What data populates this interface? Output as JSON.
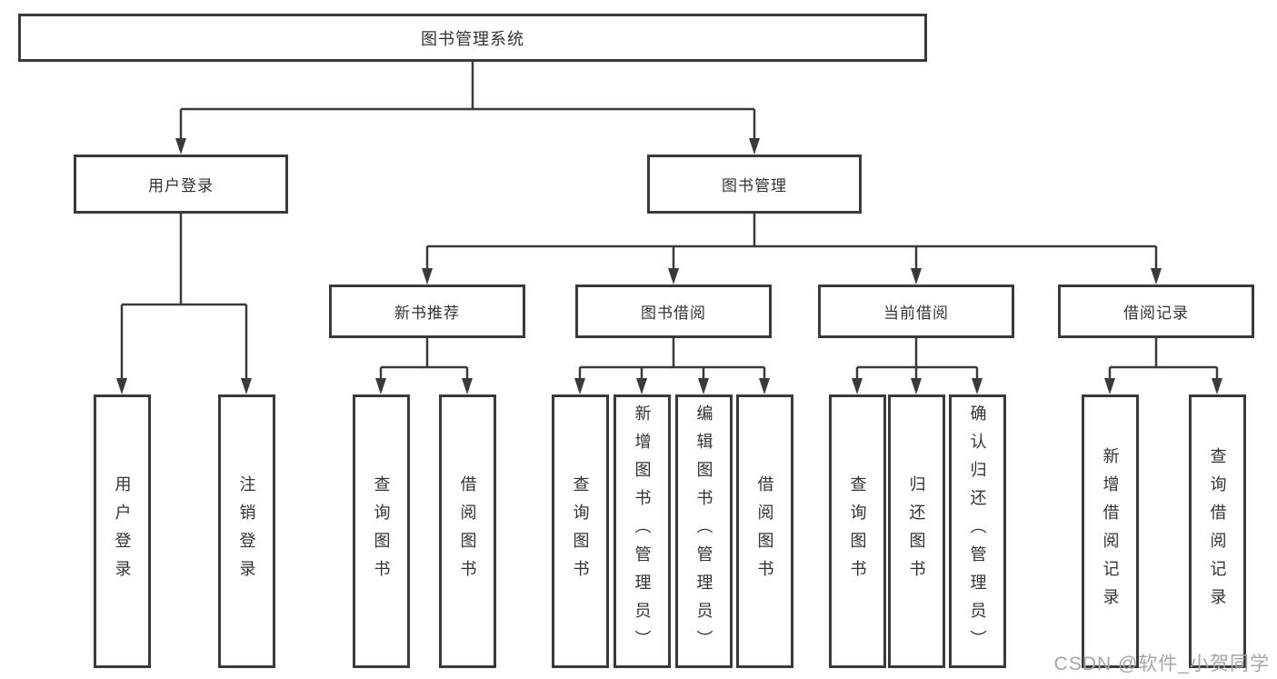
{
  "page": {
    "watermark": "CSDN @软件_小贺同学"
  },
  "colors": {
    "line": "#3a3a3a",
    "box_border": "#3a3a3a",
    "box_fill": "#ffffff",
    "text": "#333333",
    "watermark": "#a6a6a6"
  },
  "nodes": {
    "root": {
      "label": "图书管理系统"
    },
    "level2": [
      {
        "label": "用户登录"
      },
      {
        "label": "图书管理"
      }
    ],
    "level3": [
      {
        "label": "新书推荐"
      },
      {
        "label": "图书借阅"
      },
      {
        "label": "当前借阅"
      },
      {
        "label": "借阅记录"
      }
    ],
    "leaves": [
      {
        "label": "用户登录"
      },
      {
        "label": "注销登录"
      },
      {
        "label": "查询图书"
      },
      {
        "label": "借阅图书"
      },
      {
        "label": "查询图书"
      },
      {
        "label": "新增图书（管理员）"
      },
      {
        "label": "编辑图书（管理员）"
      },
      {
        "label": "借阅图书"
      },
      {
        "label": "查询图书"
      },
      {
        "label": "归还图书"
      },
      {
        "label": "确认归还（管理员）"
      },
      {
        "label": "新增借阅记录"
      },
      {
        "label": "查询借阅记录"
      }
    ]
  }
}
